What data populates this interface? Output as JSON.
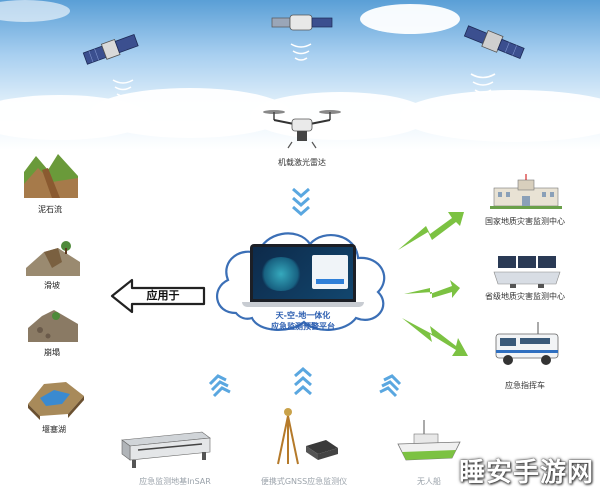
{
  "airborne": {
    "label": "机载激光雷达"
  },
  "center": {
    "line1": "天-空-地一体化",
    "line2": "应急监测预警平台"
  },
  "apply_label": "应用于",
  "left_items": [
    {
      "label": "泥石流"
    },
    {
      "label": "滑坡"
    },
    {
      "label": "崩塌"
    },
    {
      "label": "堰塞湖"
    }
  ],
  "right_items": [
    {
      "label": "国家地质灾害监测中心"
    },
    {
      "label": "省级地质灾害监测中心"
    },
    {
      "label": "应急指挥车"
    }
  ],
  "bottom_items": [
    {
      "label": "应急监测地基InSAR"
    },
    {
      "label": "便携式GNSS应急监测仪"
    },
    {
      "label": "无人船"
    }
  ],
  "watermark": "睡安手游网",
  "colors": {
    "arrow_green": "#7cc242",
    "chevron_blue": "#5aa7e0",
    "cloud_stroke": "#3b6fb6"
  }
}
